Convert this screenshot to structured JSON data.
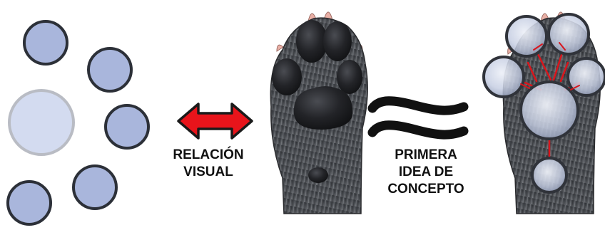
{
  "labels": {
    "relation": [
      "RELACIÓN",
      "VISUAL"
    ],
    "concept": [
      "PRIMERA",
      "IDEA DE",
      "CONCEPTO"
    ]
  },
  "colors": {
    "circle_fill": "#a9b6dc",
    "circle_stroke": "#2c3038",
    "big_circle_fill": "#d3dbf0",
    "big_circle_stroke": "#b9bcc4",
    "arrow_fill": "#e8141b",
    "fur": "#4a4d52",
    "pad": "#1d1e22",
    "claw": "#e9b0a6",
    "overlay_fill": "#c3cbe0",
    "overlay_stroke": "#30333a",
    "connector": "#d9151c"
  },
  "icons": {
    "relation_arrow": "double-arrow-icon",
    "approx_sign": "approximately-equal-icon"
  }
}
